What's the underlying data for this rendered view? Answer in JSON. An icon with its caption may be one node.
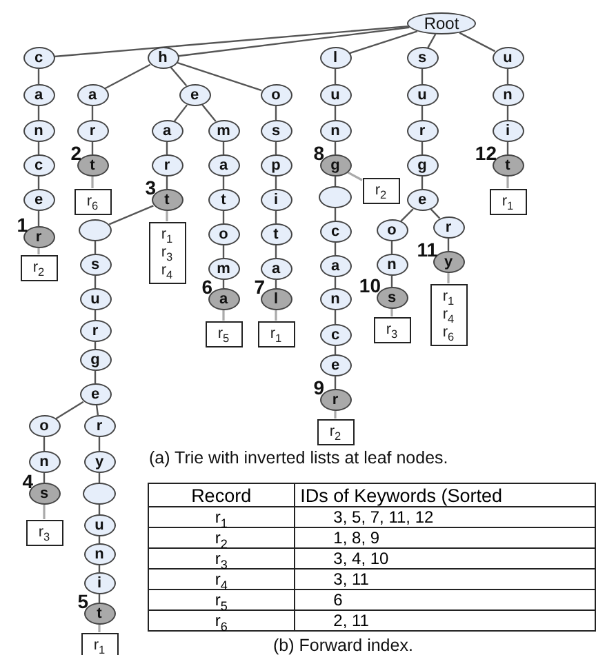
{
  "diagram": {
    "nodes": [
      {
        "text": [
          "Root"
        ]
      },
      {
        "text": [
          "c"
        ]
      },
      {
        "text": [
          "a"
        ]
      },
      {
        "text": [
          "n"
        ]
      },
      {
        "text": [
          "c"
        ]
      },
      {
        "text": [
          "e"
        ]
      },
      {
        "text": [
          "r"
        ],
        "beside": [
          "1"
        ]
      },
      {
        "text": [
          "r$_{2}$"
        ]
      },
      {
        "text": [
          "h"
        ]
      },
      {
        "text": [
          "a"
        ]
      },
      {
        "text": [
          "r"
        ]
      },
      {
        "text": [
          "t"
        ],
        "beside": [
          "2"
        ]
      },
      {
        "text": [
          "r$_{6}$"
        ]
      },
      {
        "text": [
          "e"
        ]
      },
      {
        "text": [
          "a"
        ]
      },
      {
        "text": [
          "r"
        ]
      },
      {
        "text": [
          "t"
        ],
        "beside": [
          "3"
        ]
      },
      {
        "text": [
          "r$_{1}$",
          "r$_{3}$",
          "r$_{4}$"
        ]
      },
      {
        "text": [],
        "shape": "circle"
      },
      {
        "text": [
          "s"
        ]
      },
      {
        "text": [
          "u"
        ]
      },
      {
        "text": [
          "r"
        ]
      },
      {
        "text": [
          "g"
        ]
      },
      {
        "text": [
          "e"
        ]
      },
      {
        "text": [
          "o"
        ]
      },
      {
        "text": [
          "n"
        ]
      },
      {
        "text": [
          "s"
        ],
        "beside": [
          "4"
        ]
      },
      {
        "text": [
          "r$_{3}$"
        ]
      },
      {
        "text": [
          "r"
        ]
      },
      {
        "text": [
          "y"
        ]
      },
      {
        "text": [],
        "shape": "circle"
      },
      {
        "text": [
          "u"
        ]
      },
      {
        "text": [
          "n"
        ]
      },
      {
        "text": [
          "i"
        ]
      },
      {
        "text": [
          "t"
        ],
        "beside": [
          "5"
        ]
      },
      {
        "text": [
          "r$_{1}$"
        ]
      },
      {
        "text": [
          "m"
        ]
      },
      {
        "text": [
          "a"
        ]
      },
      {
        "text": [
          "t"
        ]
      },
      {
        "text": [
          "o"
        ]
      },
      {
        "text": [
          "m"
        ]
      },
      {
        "text": [
          "a"
        ],
        "beside": [
          "6"
        ]
      },
      {
        "text": [
          "r$_{5}$"
        ]
      },
      {
        "text": [
          "o"
        ]
      },
      {
        "text": [
          "s"
        ]
      },
      {
        "text": [
          "p"
        ]
      },
      {
        "text": [
          "i"
        ]
      },
      {
        "text": [
          "t"
        ]
      },
      {
        "text": [
          "a"
        ]
      },
      {
        "text": [
          "l"
        ],
        "beside": [
          "7"
        ]
      },
      {
        "text": [
          "r$_{1}$"
        ]
      },
      {
        "text": [
          "l"
        ]
      },
      {
        "text": [
          "u"
        ]
      },
      {
        "text": [
          "n"
        ]
      },
      {
        "text": [
          "g"
        ],
        "beside": [
          "8"
        ]
      },
      {
        "text": [
          "r$_{2}$"
        ]
      },
      {
        "text": [],
        "shape": "circle"
      },
      {
        "text": [
          "c"
        ]
      },
      {
        "text": [
          "a"
        ]
      },
      {
        "text": [
          "n"
        ]
      },
      {
        "text": [
          "c"
        ]
      },
      {
        "text": [
          "e"
        ]
      },
      {
        "text": [
          "r"
        ],
        "beside": [
          "9"
        ]
      },
      {
        "text": [
          "r$_{2}$"
        ]
      },
      {
        "text": [
          "s"
        ]
      },
      {
        "text": [
          "u"
        ]
      },
      {
        "text": [
          "r"
        ]
      },
      {
        "text": [
          "g"
        ]
      },
      {
        "text": [
          "e"
        ]
      },
      {
        "text": [
          "o"
        ]
      },
      {
        "text": [
          "n"
        ]
      },
      {
        "text": [
          "s"
        ],
        "beside": [
          "10"
        ]
      },
      {
        "text": [
          "r$_{3}$"
        ]
      },
      {
        "text": [
          "r"
        ]
      },
      {
        "text": [
          "y"
        ],
        "beside": [
          "11"
        ]
      },
      {
        "text": [
          "r$_{1}$",
          "r$_{4}$",
          "r$_{6}$"
        ]
      },
      {
        "text": [
          "u"
        ]
      },
      {
        "text": [
          "n"
        ]
      },
      {
        "text": [
          "i"
        ]
      },
      {
        "text": [
          "t"
        ],
        "beside": [
          "12"
        ]
      },
      {
        "text": [
          "r$_{1}$"
        ]
      }
    ],
    "edges": [
      {
        "from": 0,
        "to": 1,
        "arrow": "none"
      },
      {
        "from": 1,
        "to": 2,
        "arrow": "none"
      },
      {
        "from": 2,
        "to": 3,
        "arrow": "none"
      },
      {
        "from": 3,
        "to": 4,
        "arrow": "none"
      },
      {
        "from": 4,
        "to": 5,
        "arrow": "none"
      },
      {
        "from": 5,
        "to": 6,
        "arrow": "none"
      },
      {
        "from": 6,
        "to": 7,
        "arrow": "none",
        "color": "#aaaaaa"
      },
      {
        "from": 0,
        "to": 8,
        "arrow": "none"
      },
      {
        "from": 8,
        "to": 9,
        "arrow": "none"
      },
      {
        "from": 9,
        "to": 10,
        "arrow": "none"
      },
      {
        "from": 10,
        "to": 11,
        "arrow": "none"
      },
      {
        "from": 11,
        "to": 12,
        "arrow": "none",
        "color": "#aaaaaa"
      },
      {
        "from": 8,
        "to": 13,
        "arrow": "none"
      },
      {
        "from": 13,
        "to": 14,
        "arrow": "none"
      },
      {
        "from": 14,
        "to": 15,
        "arrow": "none"
      },
      {
        "from": 15,
        "to": 16,
        "arrow": "none"
      },
      {
        "from": 16,
        "to": 17,
        "arrow": "none",
        "color": "#aaaaaa"
      },
      {
        "from": 16,
        "to": 18,
        "arrow": "none"
      },
      {
        "from": 18,
        "to": 19,
        "arrow": "none"
      },
      {
        "from": 19,
        "to": 20,
        "arrow": "none"
      },
      {
        "from": 20,
        "to": 21,
        "arrow": "none"
      },
      {
        "from": 21,
        "to": 22,
        "arrow": "none"
      },
      {
        "from": 22,
        "to": 23,
        "arrow": "none"
      },
      {
        "from": 23,
        "to": 24,
        "arrow": "none"
      },
      {
        "from": 24,
        "to": 25,
        "arrow": "none"
      },
      {
        "from": 25,
        "to": 26,
        "arrow": "none"
      },
      {
        "from": 26,
        "to": 27,
        "arrow": "none",
        "color": "#aaaaaa"
      },
      {
        "from": 23,
        "to": 28,
        "arrow": "none"
      },
      {
        "from": 28,
        "to": 29,
        "arrow": "none"
      },
      {
        "from": 29,
        "to": 30,
        "arrow": "none"
      },
      {
        "from": 30,
        "to": 31,
        "arrow": "none"
      },
      {
        "from": 31,
        "to": 32,
        "arrow": "none"
      },
      {
        "from": 32,
        "to": 33,
        "arrow": "none"
      },
      {
        "from": 33,
        "to": 34,
        "arrow": "none"
      },
      {
        "from": 34,
        "to": 35,
        "arrow": "none",
        "color": "#aaaaaa"
      },
      {
        "from": 13,
        "to": 36,
        "arrow": "none"
      },
      {
        "from": 36,
        "to": 37,
        "arrow": "none"
      },
      {
        "from": 37,
        "to": 38,
        "arrow": "none"
      },
      {
        "from": 38,
        "to": 39,
        "arrow": "none"
      },
      {
        "from": 39,
        "to": 40,
        "arrow": "none"
      },
      {
        "from": 40,
        "to": 41,
        "arrow": "none"
      },
      {
        "from": 41,
        "to": 42,
        "arrow": "none",
        "color": "#aaaaaa"
      },
      {
        "from": 8,
        "to": 43,
        "arrow": "none"
      },
      {
        "from": 43,
        "to": 44,
        "arrow": "none"
      },
      {
        "from": 44,
        "to": 45,
        "arrow": "none"
      },
      {
        "from": 45,
        "to": 46,
        "arrow": "none"
      },
      {
        "from": 46,
        "to": 47,
        "arrow": "none"
      },
      {
        "from": 47,
        "to": 48,
        "arrow": "none"
      },
      {
        "from": 48,
        "to": 49,
        "arrow": "none"
      },
      {
        "from": 49,
        "to": 50,
        "arrow": "none",
        "color": "#aaaaaa"
      },
      {
        "from": 0,
        "to": 51,
        "arrow": "none"
      },
      {
        "from": 51,
        "to": 52,
        "arrow": "none"
      },
      {
        "from": 52,
        "to": 53,
        "arrow": "none"
      },
      {
        "from": 53,
        "to": 54,
        "arrow": "none"
      },
      {
        "from": 54,
        "to": 55,
        "arrow": "none",
        "color": "#aaaaaa"
      },
      {
        "from": 54,
        "to": 56,
        "arrow": "none"
      },
      {
        "from": 56,
        "to": 57,
        "arrow": "none"
      },
      {
        "from": 57,
        "to": 58,
        "arrow": "none"
      },
      {
        "from": 58,
        "to": 59,
        "arrow": "none"
      },
      {
        "from": 59,
        "to": 60,
        "arrow": "none"
      },
      {
        "from": 60,
        "to": 61,
        "arrow": "none"
      },
      {
        "from": 61,
        "to": 62,
        "arrow": "none"
      },
      {
        "from": 62,
        "to": 63,
        "arrow": "none",
        "color": "#aaaaaa"
      },
      {
        "from": 0,
        "to": 64,
        "arrow": "none"
      },
      {
        "from": 64,
        "to": 65,
        "arrow": "none"
      },
      {
        "from": 65,
        "to": 66,
        "arrow": "none"
      },
      {
        "from": 66,
        "to": 67,
        "arrow": "none"
      },
      {
        "from": 67,
        "to": 68,
        "arrow": "none"
      },
      {
        "from": 68,
        "to": 69,
        "arrow": "none"
      },
      {
        "from": 69,
        "to": 70,
        "arrow": "none"
      },
      {
        "from": 70,
        "to": 71,
        "arrow": "none"
      },
      {
        "from": 71,
        "to": 72,
        "arrow": "none",
        "color": "#aaaaaa"
      },
      {
        "from": 68,
        "to": 73,
        "arrow": "none"
      },
      {
        "from": 73,
        "to": 74,
        "arrow": "none"
      },
      {
        "from": 74,
        "to": 75,
        "arrow": "none",
        "color": "#aaaaaa"
      },
      {
        "from": 0,
        "to": 76,
        "arrow": "none"
      },
      {
        "from": 76,
        "to": 77,
        "arrow": "none"
      },
      {
        "from": 77,
        "to": 78,
        "arrow": "none"
      },
      {
        "from": 78,
        "to": 79,
        "arrow": "none"
      },
      {
        "from": 79,
        "to": 80,
        "arrow": "none",
        "color": "#aaaaaa"
      }
    ],
    "labels": [
      "(a) Trie with inverted lists at leaf nodes.",
      "Record",
      "IDs of Keywords (Sorted",
      "r$_{1}$",
      "3, 5, 7, 11, 12",
      "r$_{2}$",
      "1, 8, 9",
      "r$_{3}$",
      "3, 4, 10",
      "r$_{4}$",
      "3, 11",
      "r$_{5}$",
      "6",
      "r$_{6}$",
      "2, 11",
      "(b) Forward index."
    ]
  }
}
